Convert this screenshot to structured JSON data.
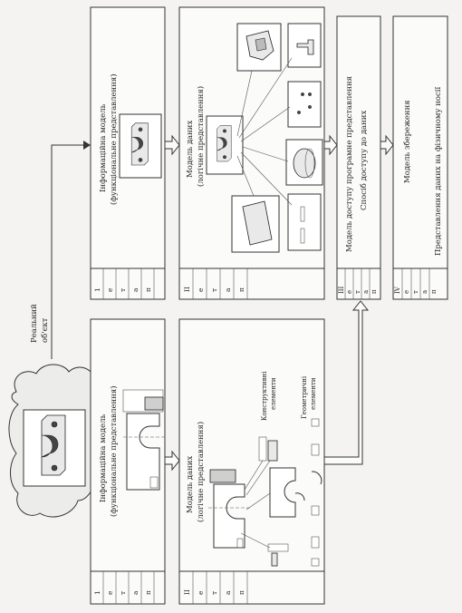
{
  "real_object": {
    "label_line1": "Реальний",
    "label_line2": "об'єкт"
  },
  "top_row": {
    "stage1": {
      "title_line1": "Інформаційна модель",
      "title_line2": "(функціональне представлення)",
      "stage_letters": [
        "1",
        "е",
        "т",
        "а",
        "п"
      ]
    },
    "stage2": {
      "title_line1": "Модель даних",
      "title_line2": "(логічне представлення)",
      "stage_letters": [
        "ІІ",
        "е",
        "т",
        "а",
        "п"
      ]
    },
    "stage3": {
      "title_line1": "Модель доступу програмне представлення",
      "title_line2": "Спосіб доступу до даних",
      "stage_letters": [
        "ІІІ",
        "е",
        "т",
        "а",
        "п"
      ]
    },
    "stage4": {
      "title_line1": "Модель збереження",
      "title_line2": "Представлення даних на фізичному носії",
      "stage_letters": [
        "ІV",
        "е",
        "т",
        "а",
        "п"
      ]
    }
  },
  "bottom_row": {
    "stage1": {
      "title_line1": "Інформаційна модель",
      "title_line2": "(функціональне представлення)",
      "stage_letters": [
        "1",
        "е",
        "т",
        "а",
        "п"
      ]
    },
    "stage2": {
      "title_line1": "Модель даних",
      "title_line2": "(логічне представлення)",
      "stage_letters": [
        "ІІ",
        "е",
        "т",
        "а",
        "п"
      ],
      "legend_constructive_line1": "Конструктивні",
      "legend_constructive_line2": "елементи",
      "legend_geometric_line1": "Геометричні",
      "legend_geometric_line2": "елементи"
    }
  }
}
